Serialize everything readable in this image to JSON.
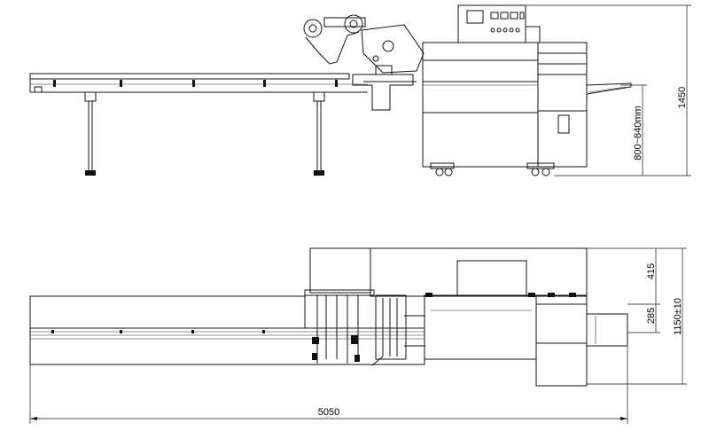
{
  "dimensions": {
    "height_total": "1450",
    "working_height": "800~840mm",
    "top_section": "415",
    "middle_section": "285",
    "total_width": "1150±10",
    "overall_length": "5050"
  }
}
